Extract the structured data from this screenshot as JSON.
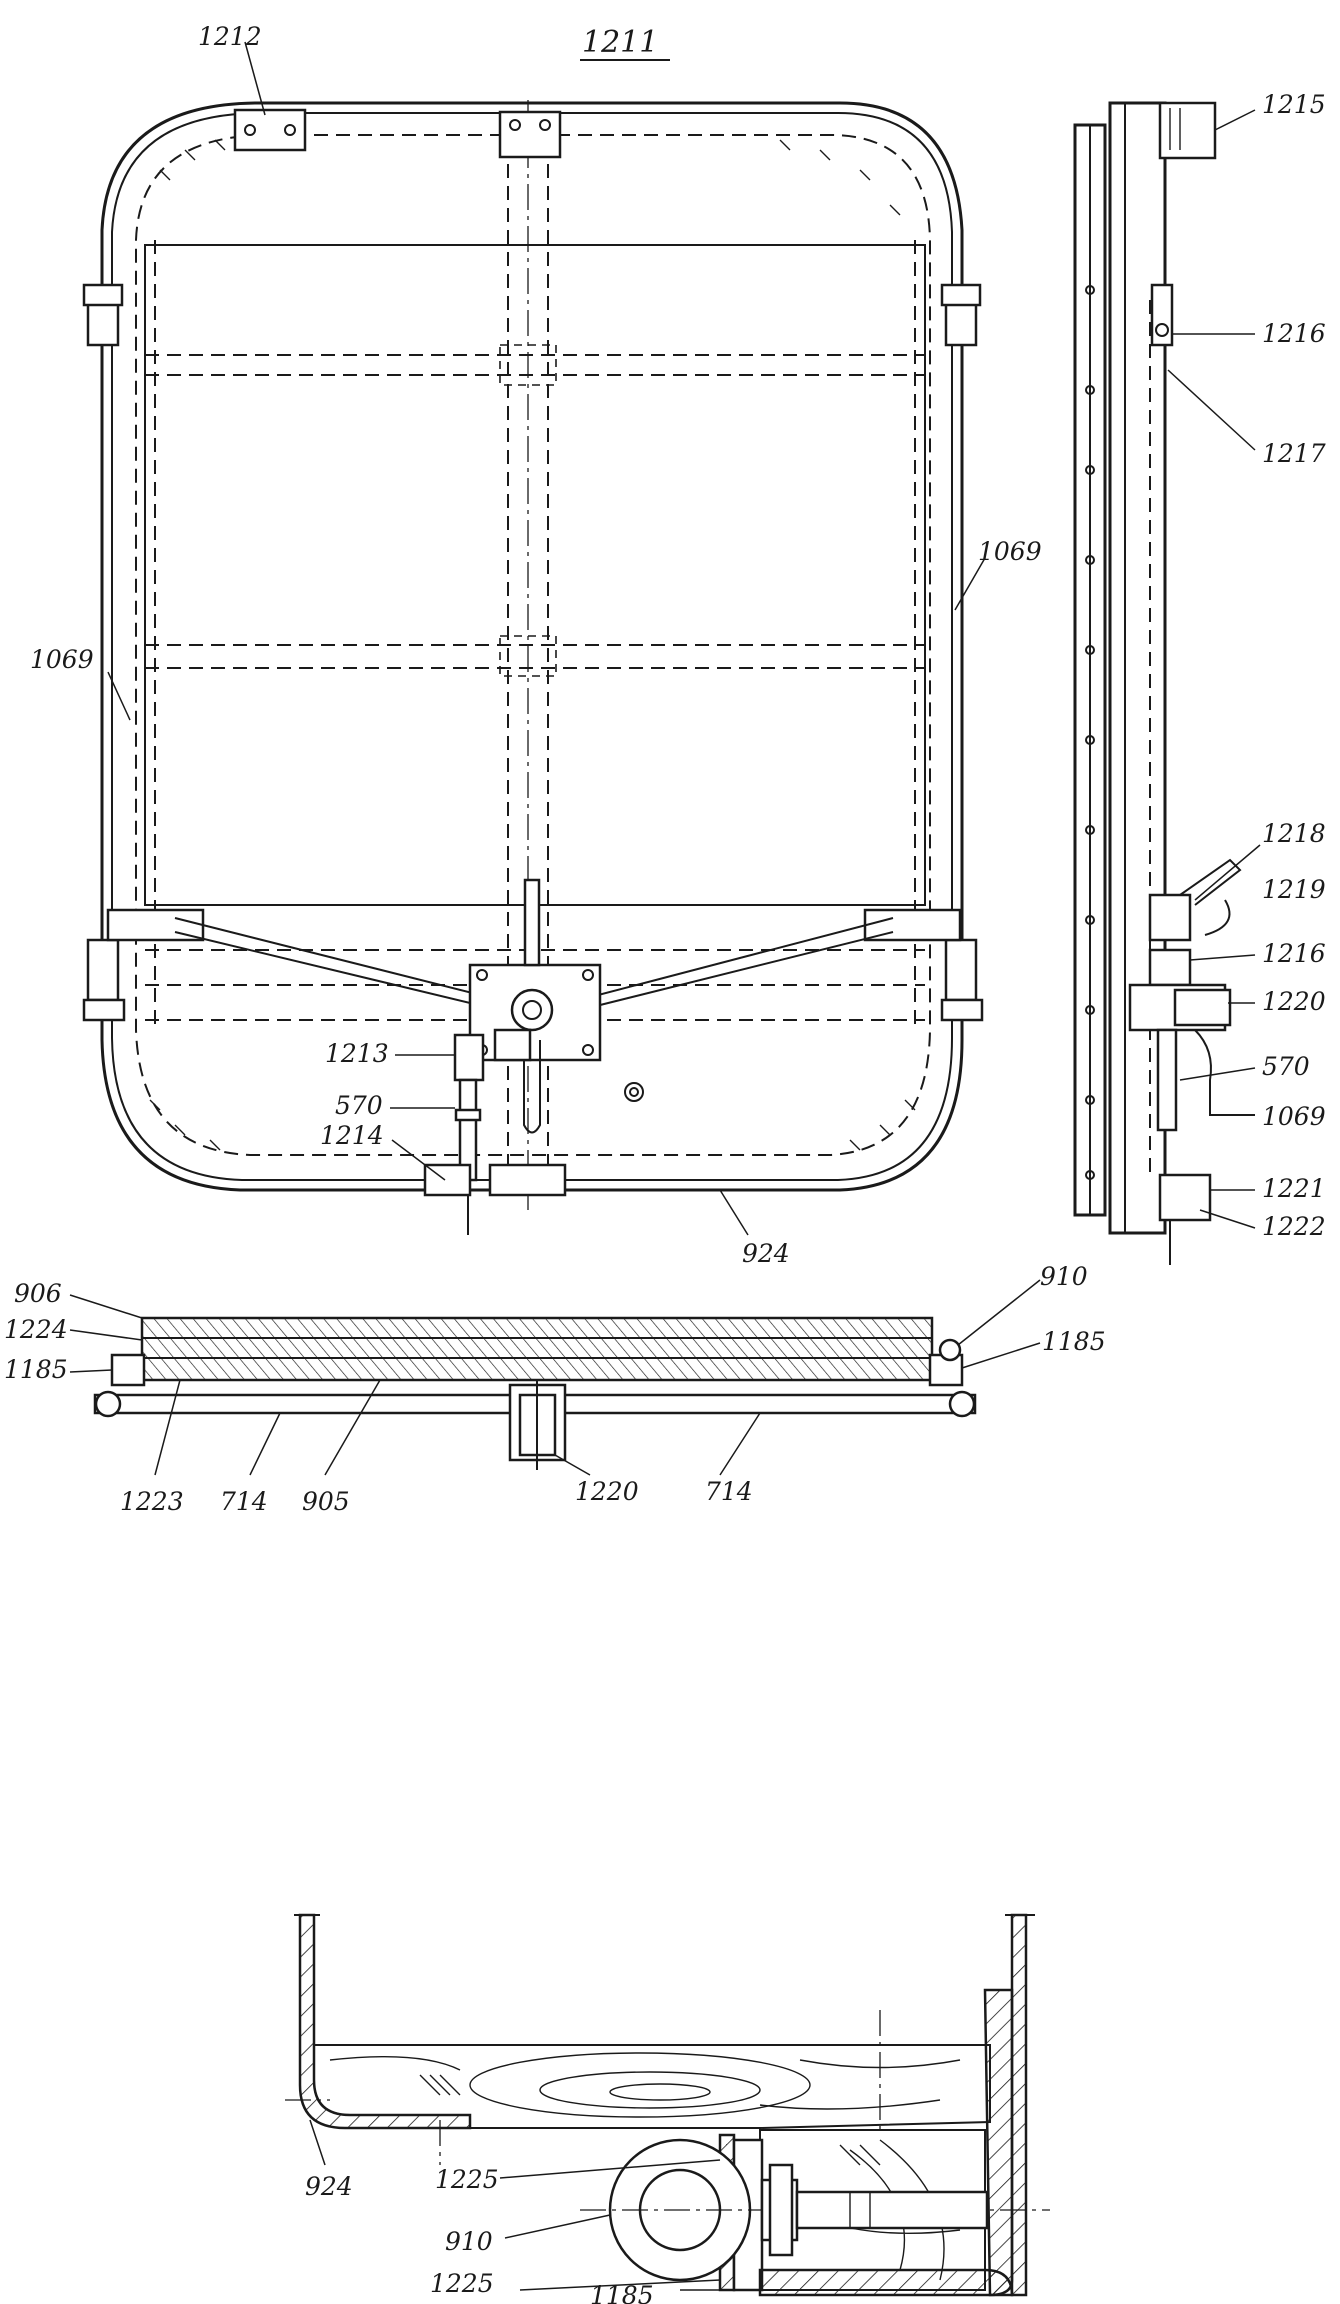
{
  "figure": {
    "title_number": "1211"
  },
  "front_view": {
    "labels": {
      "l1212": "1212",
      "l1069_left": "1069",
      "l1069_right": "1069",
      "l1213": "1213",
      "l570": "570",
      "l1214": "1214",
      "l924": "924"
    }
  },
  "side_view": {
    "labels": {
      "l1215": "1215",
      "l1216_top": "1216",
      "l1217": "1217",
      "l1218": "1218",
      "l1219": "1219",
      "l1216_mid": "1216",
      "l1220": "1220",
      "l570": "570",
      "l1069": "1069",
      "l1221": "1221",
      "l1222": "1222"
    }
  },
  "plan_view": {
    "labels": {
      "l906": "906",
      "l1224": "1224",
      "l1185_left": "1185",
      "l910": "910",
      "l1185_right": "1185",
      "l1223": "1223",
      "l714_left": "714",
      "l905": "905",
      "l1220": "1220",
      "l714_right": "714"
    }
  },
  "detail_view": {
    "labels": {
      "l924": "924",
      "l1225_top": "1225",
      "l910": "910",
      "l1225_bottom": "1225",
      "l1185": "1185"
    }
  },
  "colors": {
    "ink": "#1a1a1a",
    "paper": "#ffffff"
  }
}
